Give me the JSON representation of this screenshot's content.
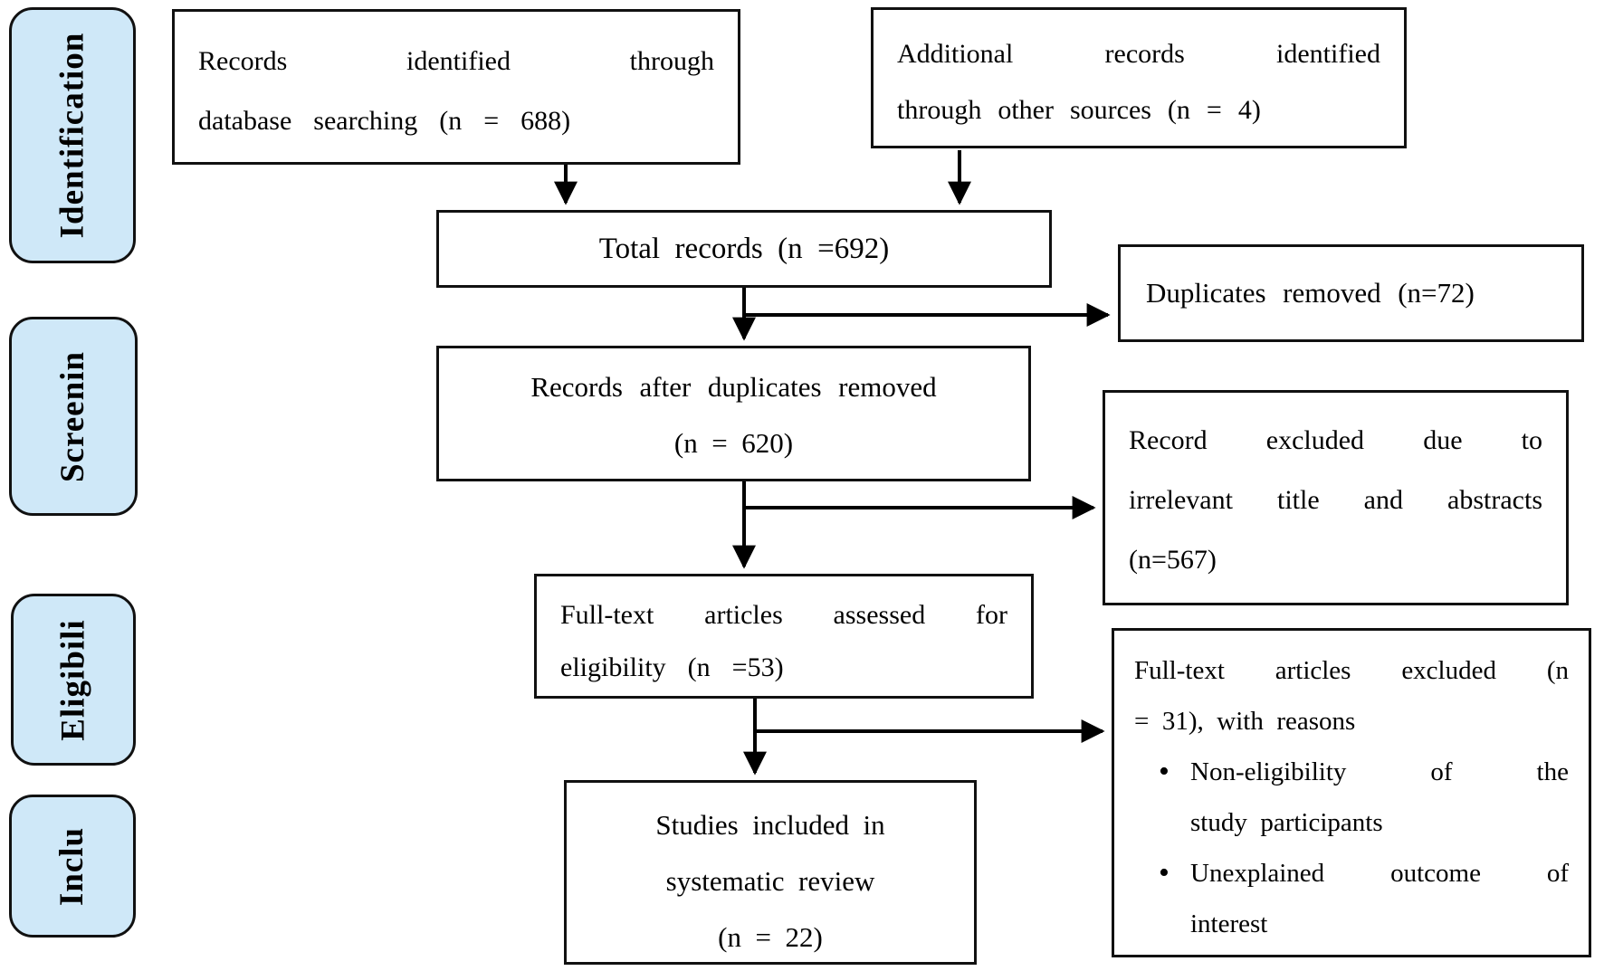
{
  "stages": [
    {
      "id": "identification",
      "label": "Identification"
    },
    {
      "id": "screening",
      "label": "Screenin"
    },
    {
      "id": "eligibility",
      "label": "Eligibili"
    },
    {
      "id": "included",
      "label": "Inclu"
    }
  ],
  "boxes": {
    "records_identified": {
      "lines": [
        "Records identified through",
        "database searching (n = 688)"
      ]
    },
    "additional_records": {
      "lines": [
        "Additional records identified",
        "through other sources (n = 4)"
      ]
    },
    "total_records": {
      "lines": [
        "Total records (n =692)"
      ]
    },
    "duplicates_removed": {
      "lines": [
        "Duplicates removed (n=72)"
      ]
    },
    "records_after_duplicates": {
      "lines": [
        "Records after duplicates removed",
        "(n = 620)"
      ]
    },
    "records_excluded": {
      "lines": [
        "Record excluded due to",
        "irrelevant title and abstracts",
        "(n=567)"
      ]
    },
    "fulltext_assessed": {
      "lines": [
        "Full-text articles assessed for",
        "eligibility (n =53)"
      ]
    },
    "fulltext_excluded": {
      "heading_lines": [
        "Full-text articles excluded (n",
        "= 31), with reasons"
      ],
      "bullets": [
        {
          "lines": [
            "Non-eligibility of the",
            "study participants"
          ]
        },
        {
          "lines": [
            "Unexplained outcome of",
            "interest"
          ]
        }
      ]
    },
    "studies_included": {
      "lines": [
        "Studies included in",
        "systematic review",
        "(n = 22)"
      ]
    }
  },
  "glyphs": {
    "bullet": "•"
  },
  "colors": {
    "stage_fill": "#cfe8f8",
    "border": "#111111",
    "text": "#000000",
    "background": "#ffffff"
  }
}
